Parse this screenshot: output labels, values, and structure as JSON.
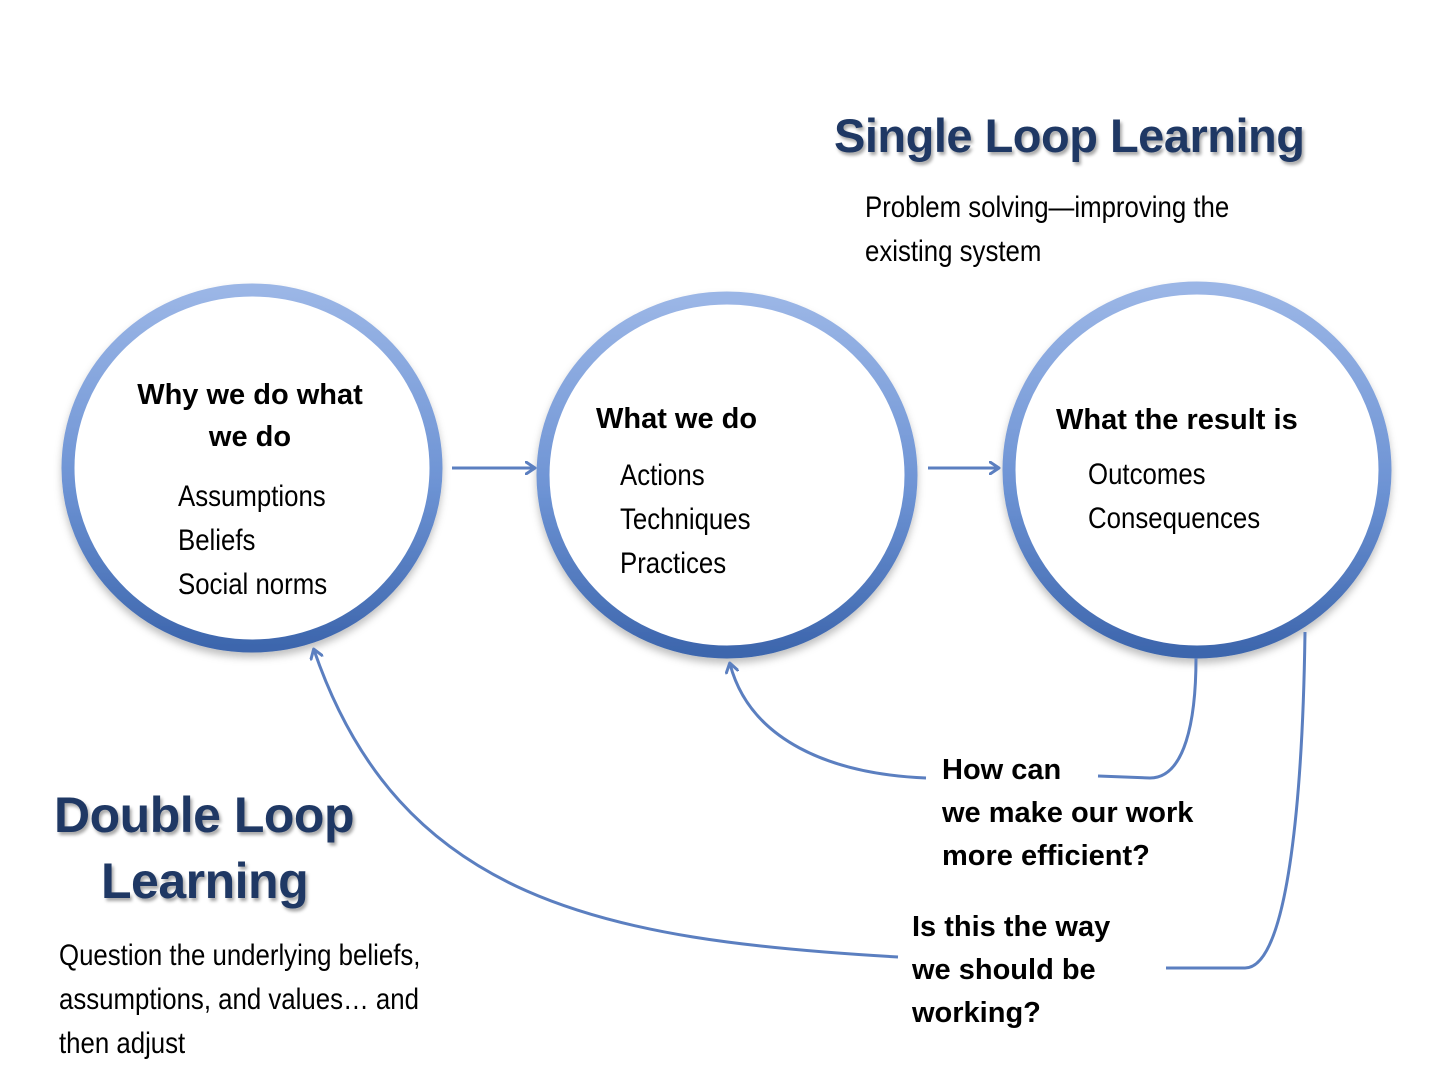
{
  "single_loop": {
    "title": "Single Loop Learning",
    "description": [
      "Problem solving—improving the",
      "existing system"
    ]
  },
  "double_loop": {
    "title": [
      "Double Loop",
      "Learning"
    ],
    "description": [
      "Question the underlying beliefs,",
      "assumptions, and values… and",
      "then adjust"
    ]
  },
  "circles": [
    {
      "title": [
        "Why we do what",
        "we do"
      ],
      "items": [
        "Assumptions",
        "Beliefs",
        "Social norms"
      ]
    },
    {
      "title": [
        "What we do"
      ],
      "items": [
        "Actions",
        "Techniques",
        "Practices"
      ]
    },
    {
      "title": [
        "What the result is"
      ],
      "items": [
        "Outcomes",
        "Consequences"
      ]
    }
  ],
  "questions": [
    {
      "lines": [
        "How can",
        "we make our work",
        "more efficient?"
      ]
    },
    {
      "lines": [
        "Is this the way",
        "we should be",
        "working?"
      ]
    }
  ],
  "colors": {
    "circle_stroke": "#6d93d4",
    "circle_stroke_dark": "#3d66ad",
    "connector": "#5b7fc0",
    "heading": "#1f3864"
  }
}
